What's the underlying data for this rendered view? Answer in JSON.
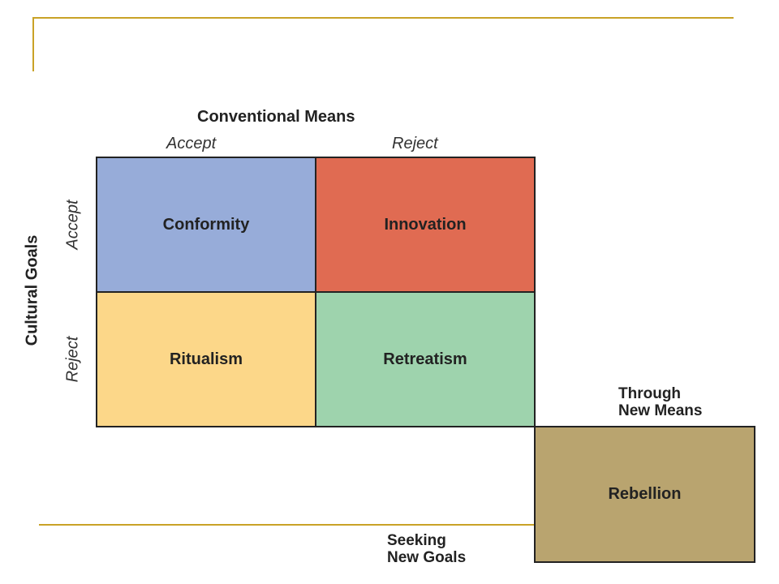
{
  "colors": {
    "frame_line": "#c9a227",
    "conformity": "#97acd9",
    "innovation": "#e06b52",
    "ritualism": "#fcd789",
    "retreatism": "#9ed3ad",
    "rebellion": "#b9a46f"
  },
  "diagram": {
    "column_heading": "Conventional Means",
    "column_accept": "Accept",
    "column_reject": "Reject",
    "row_heading": "Cultural Goals",
    "row_accept": "Accept",
    "row_reject": "Reject",
    "cells": {
      "conformity": "Conformity",
      "innovation": "Innovation",
      "ritualism": "Ritualism",
      "retreatism": "Retreatism",
      "rebellion": "Rebellion"
    },
    "through_new_means": [
      "Through",
      "New Means"
    ],
    "seeking_new_goals": [
      "Seeking",
      "New Goals"
    ]
  }
}
